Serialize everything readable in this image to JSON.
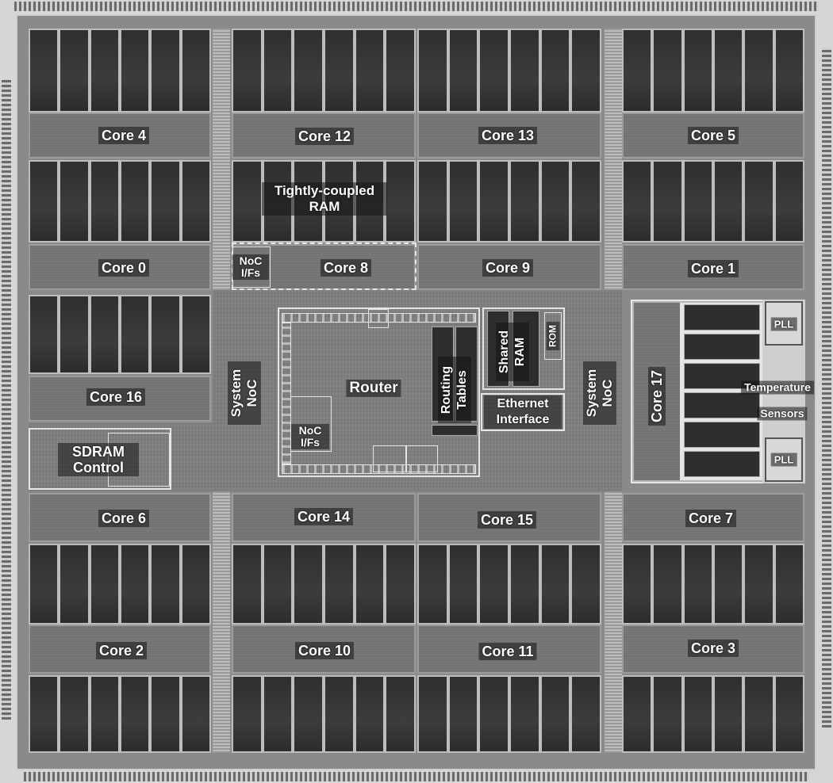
{
  "cores": {
    "c4": "Core 4",
    "c12": "Core 12",
    "c13": "Core 13",
    "c5": "Core 5",
    "c0": "Core 0",
    "c8": "Core 8",
    "c9": "Core 9",
    "c1": "Core 1",
    "c16": "Core 16",
    "c17": "Core 17",
    "c6": "Core 6",
    "c14": "Core 14",
    "c15": "Core 15",
    "c7": "Core 7",
    "c2": "Core 2",
    "c10": "Core 10",
    "c11": "Core 11",
    "c3": "Core 3"
  },
  "blocks": {
    "tcram_line1": "Tightly-coupled",
    "tcram_line2": "RAM",
    "noc_ifs_top_line1": "NoC",
    "noc_ifs_top_line2": "I/Fs",
    "system_noc_left_line1": "System",
    "system_noc_left_line2": "NoC",
    "system_noc_right_line1": "System",
    "system_noc_right_line2": "NoC",
    "router": "Router",
    "noc_ifs_router_line1": "NoC",
    "noc_ifs_router_line2": "I/Fs",
    "routing_tables_line1": "Routing",
    "routing_tables_line2": "Tables",
    "shared_ram_line1": "Shared",
    "shared_ram_line2": "RAM",
    "rom": "ROM",
    "ethernet_line1": "Ethernet",
    "ethernet_line2": "Interface",
    "sdram_line1": "SDRAM",
    "sdram_line2": "Control",
    "pll_top": "PLL",
    "pll_bottom": "PLL",
    "temp_line1": "Temperature",
    "temp_line2": "Sensors"
  }
}
